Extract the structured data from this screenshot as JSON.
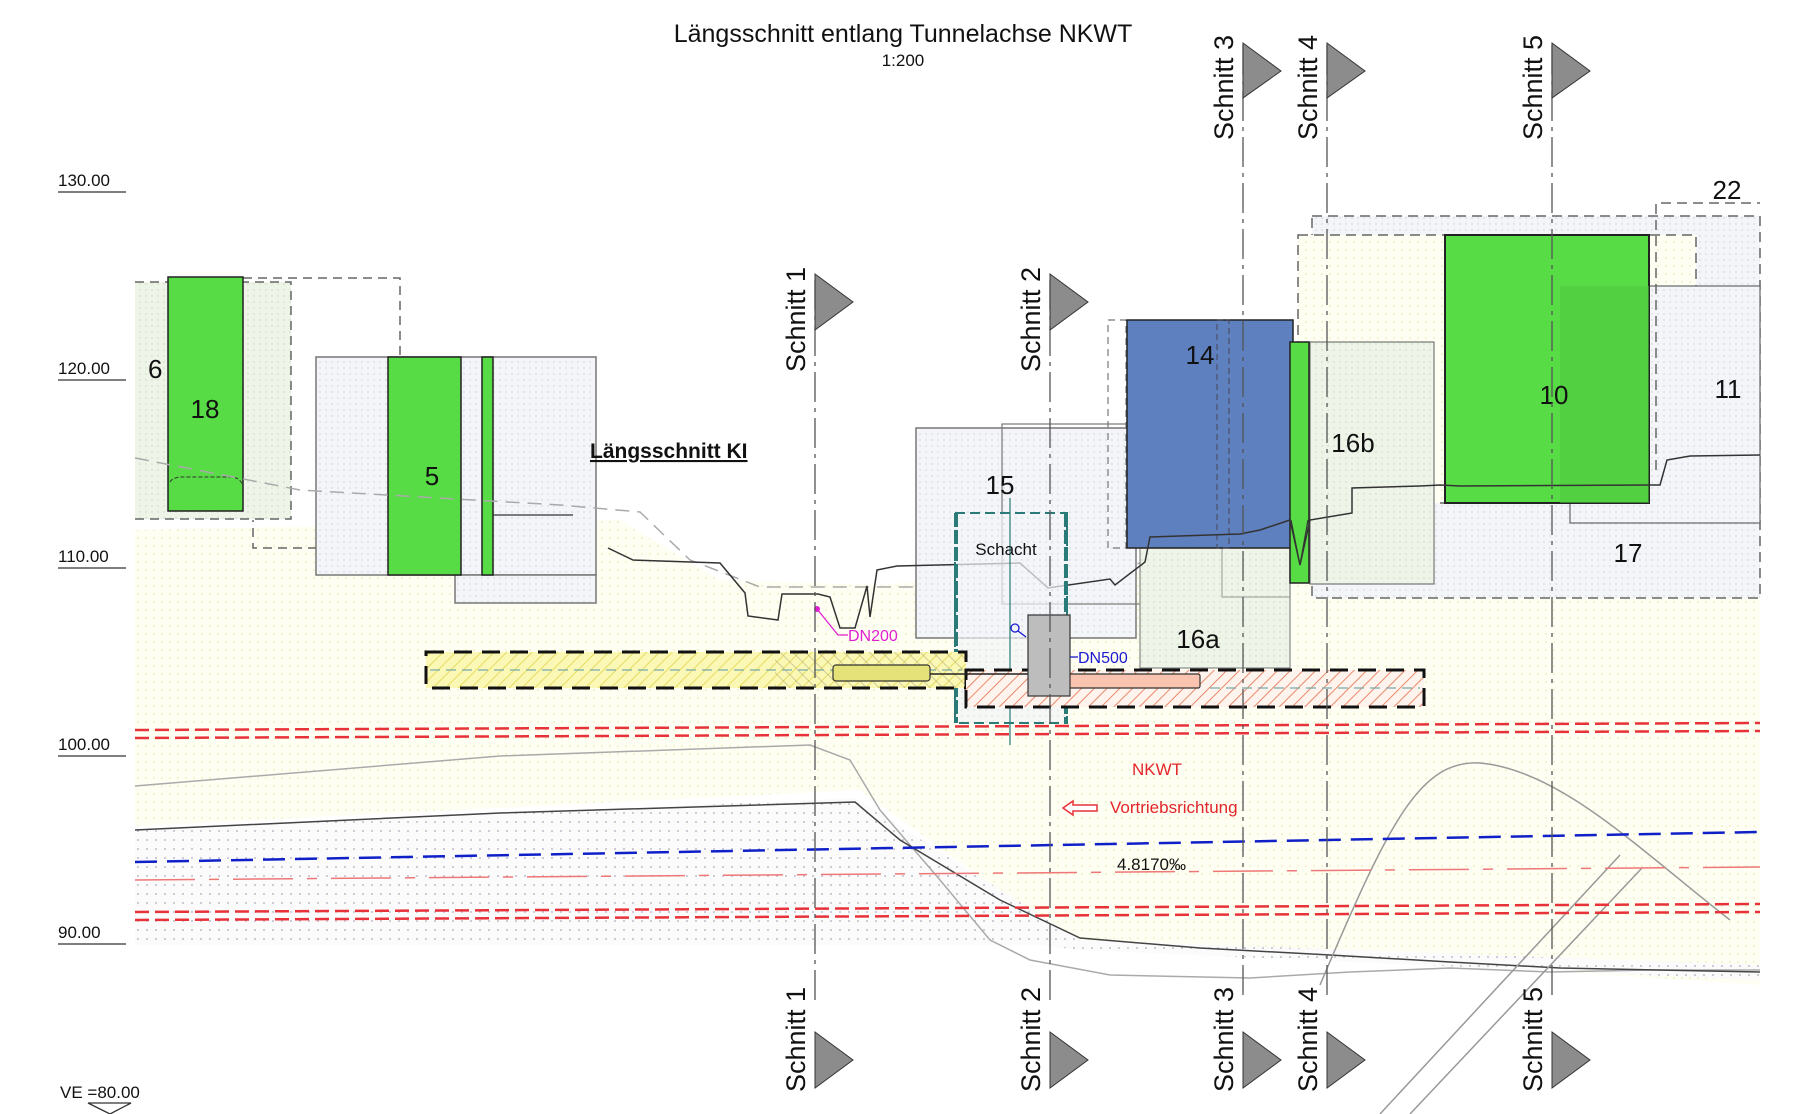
{
  "drawing": {
    "title": "Längsschnitt entlang Tunnelachse NKWT",
    "scale": "1:200",
    "subtitle_kl": "Längsschnitt KI",
    "vertical_reference": "VE =80.00",
    "gradient_label": "4.8170‰",
    "tunnel_label": "NKWT",
    "direction_label": "Vortriebsrichtung",
    "shaft_label": "Schacht",
    "pipes": {
      "dn200": "DN200",
      "dn500": "DN500"
    }
  },
  "elevations": [
    "130.00",
    "120.00",
    "110.00",
    "100.00",
    "90.00"
  ],
  "sections": [
    {
      "label": "Schnitt 1"
    },
    {
      "label": "Schnitt 2"
    },
    {
      "label": "Schnitt 3"
    },
    {
      "label": "Schnitt 4"
    },
    {
      "label": "Schnitt 5"
    }
  ],
  "buildings": {
    "b6": "6",
    "b18": "18",
    "b5": "5",
    "b15": "15",
    "b14": "14",
    "b16a": "16a",
    "b16b": "16b",
    "b10": "10",
    "b11": "11",
    "b17": "17",
    "b22": "22"
  },
  "colors": {
    "green": "#58dc46",
    "blue": "#5f80be",
    "tunnel_red": "#e8323a",
    "axis_blue": "#1020c8",
    "flag_grey": "#8c8c8c"
  }
}
